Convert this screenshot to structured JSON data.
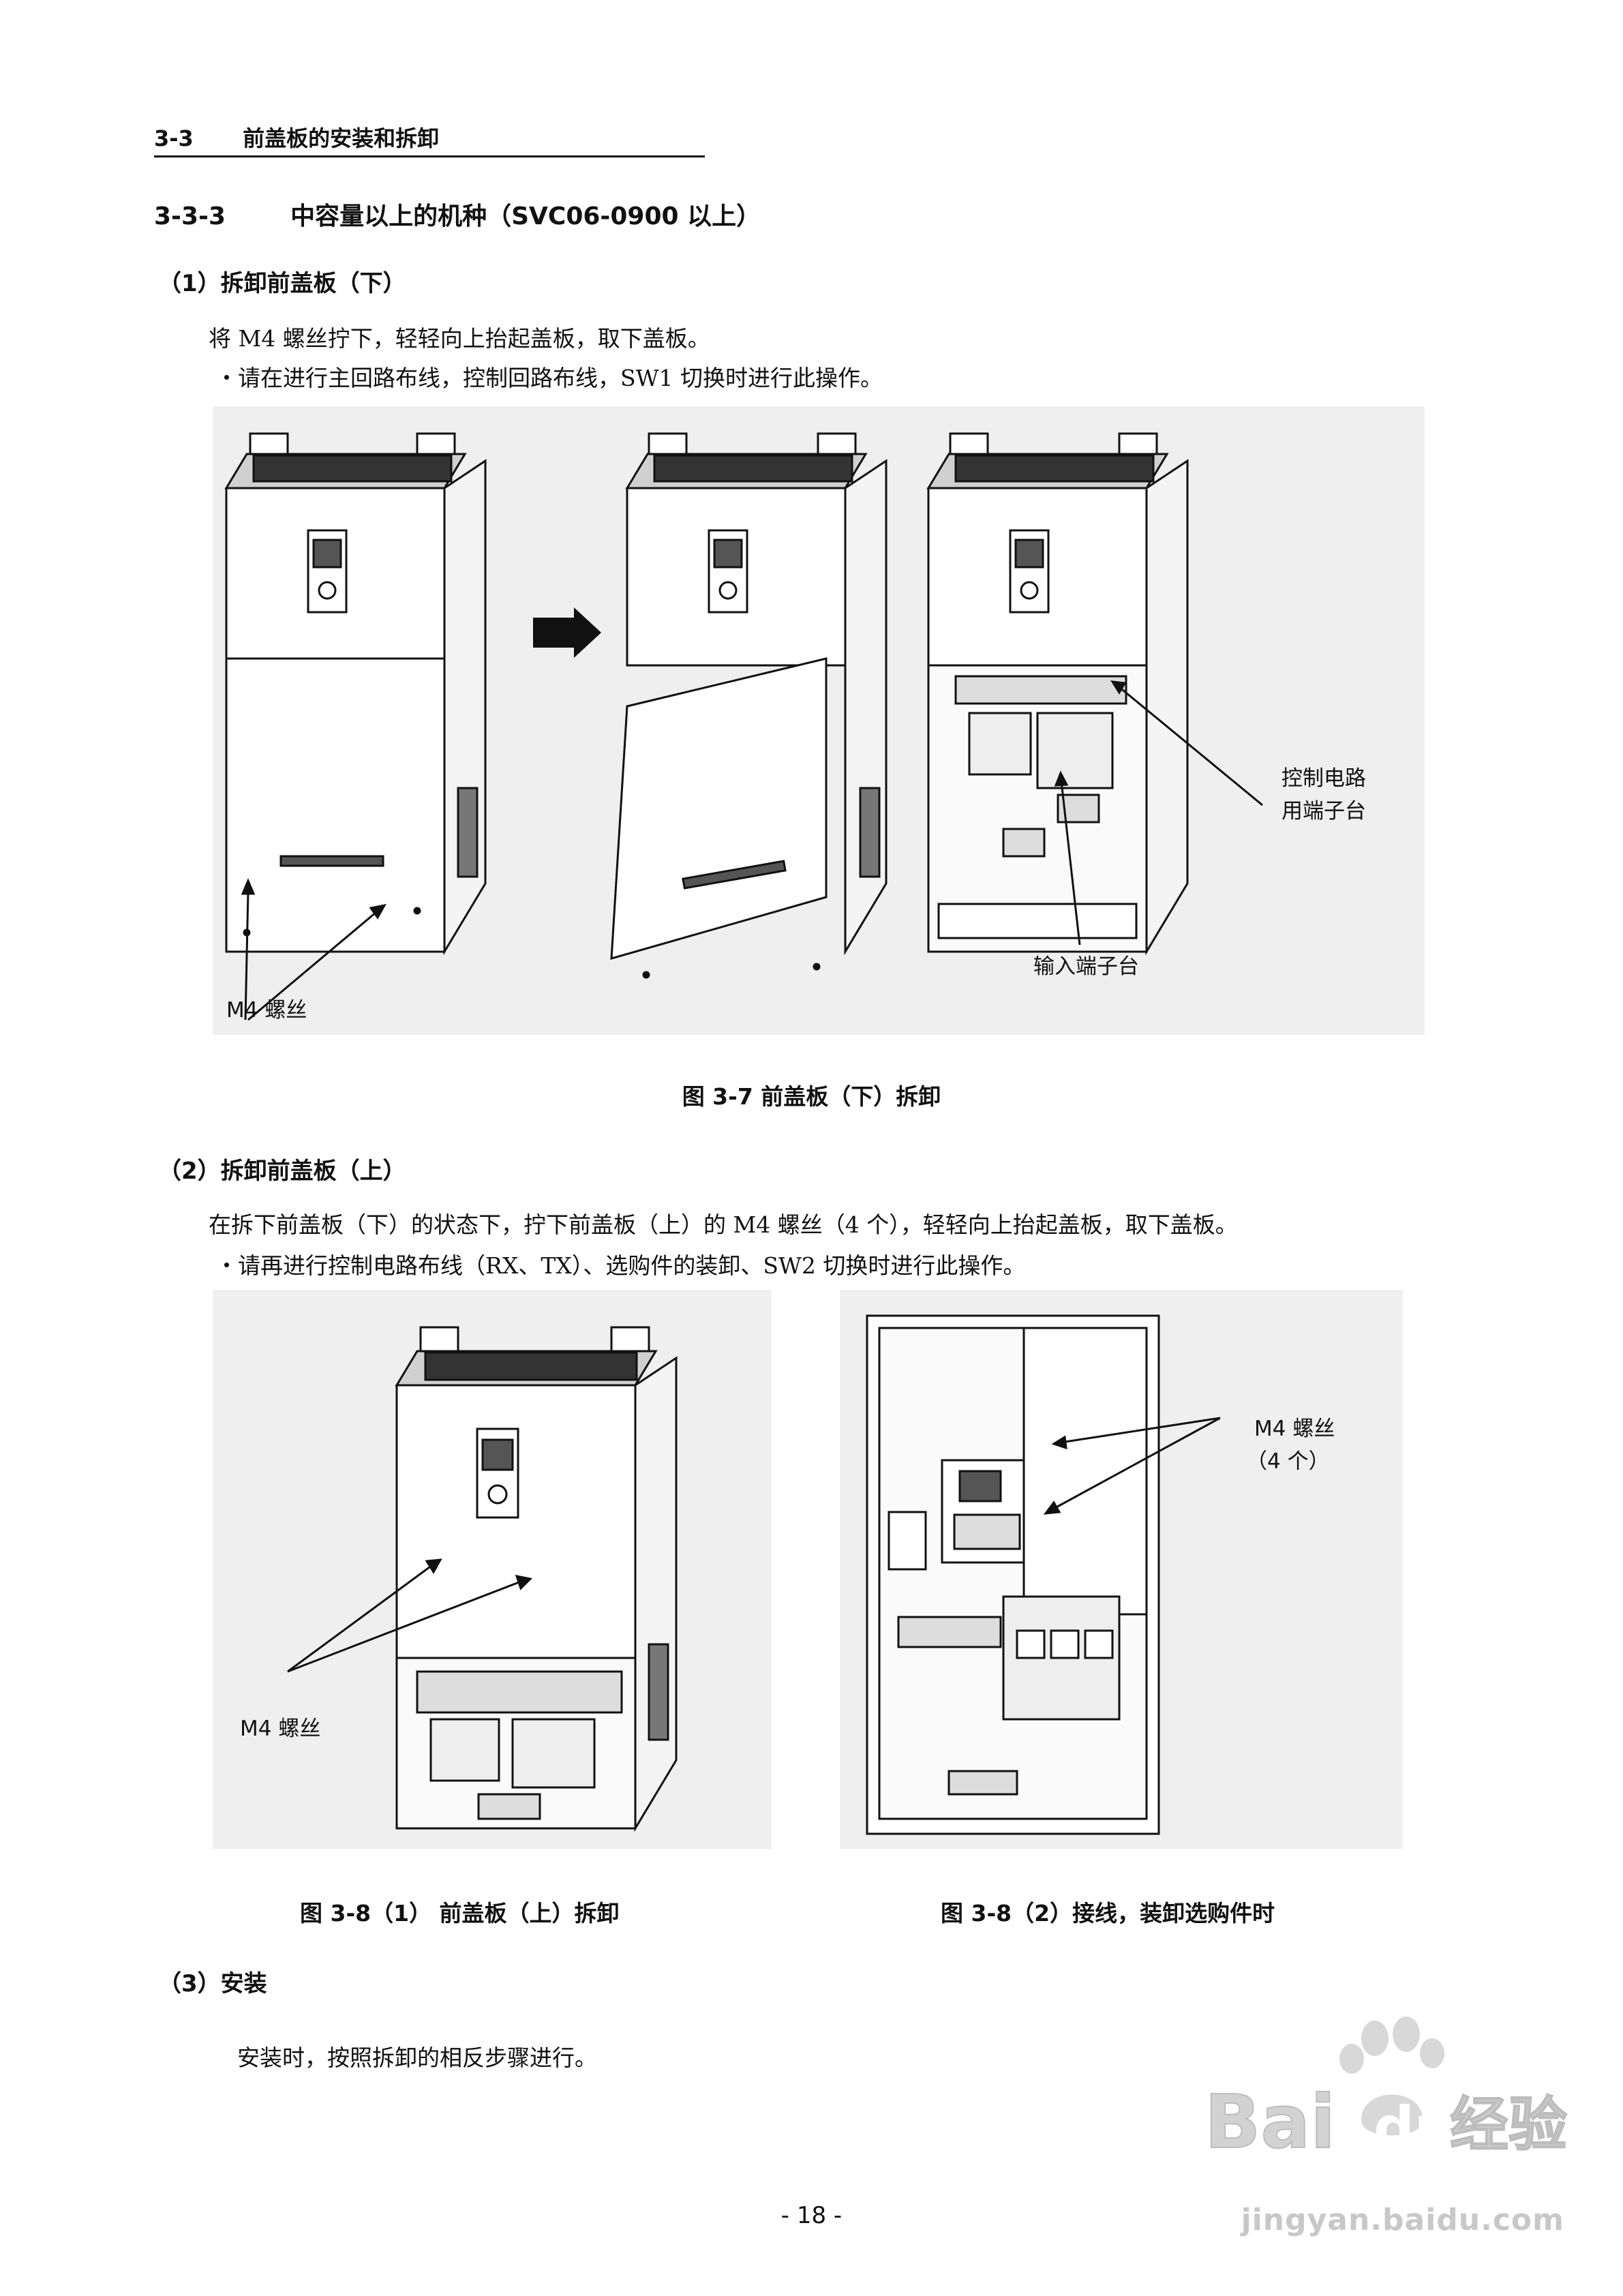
{
  "header": {
    "section": "3-3",
    "title": "前盖板的安装和拆卸"
  },
  "section": {
    "number": "3-3-3",
    "title": "中容量以上的机种（SVC06-0900 以上）"
  },
  "part1": {
    "heading": "（1）拆卸前盖板（下）",
    "line1": "将 M4 螺丝拧下，轻轻向上抬起盖板，取下盖板。",
    "line2": "・请在进行主回路布线，控制回路布线，SW1 切换时进行此操作。",
    "figure": {
      "label_m4": "M4 螺丝",
      "label_ctrl_1": "控制电路",
      "label_ctrl_2": "用端子台",
      "label_input": "输入端子台",
      "caption": "图 3-7  前盖板（下）拆卸"
    }
  },
  "part2": {
    "heading": "（2）拆卸前盖板（上）",
    "line1": "在拆下前盖板（下）的状态下，拧下前盖板（上）的 M4 螺丝（4 个），轻轻向上抬起盖板，取下盖板。",
    "line2": "・请再进行控制电路布线（RX、TX）、选购件的装卸、SW2 切换时进行此操作。",
    "figure_left": {
      "label_m4": "M4 螺丝",
      "caption": "图 3-8（1）  前盖板（上）拆卸"
    },
    "figure_right": {
      "label_m4": "M4 螺丝",
      "label_count": "（4 个）",
      "caption": "图 3-8（2）接线，装卸选购件时"
    }
  },
  "part3": {
    "heading": "（3）安装",
    "line1": "安装时，按照拆卸的相反步骤进行。"
  },
  "footer": {
    "page_number": "- 18 -"
  },
  "watermark": {
    "brand_left": "Bai",
    "brand_right": "du",
    "product": "经验",
    "url": "jingyan.baidu.com"
  }
}
